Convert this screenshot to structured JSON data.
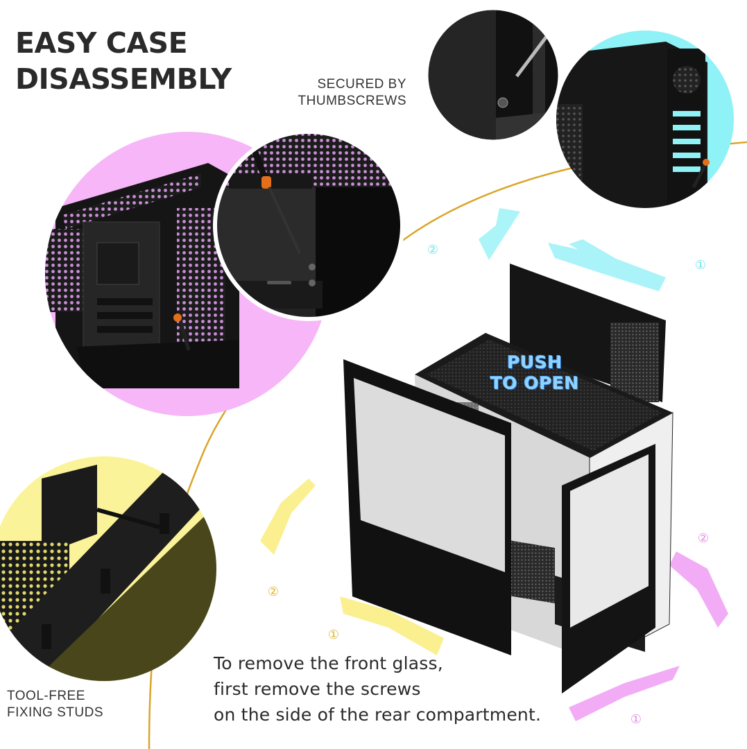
{
  "heading": {
    "line1": "EASY CASE",
    "line2": "DISASSEMBLY"
  },
  "thumbscrews_caption": {
    "line1": "SECURED BY",
    "line2": "THUMBSCREWS"
  },
  "studs_caption": {
    "line1": "TOOL-FREE",
    "line2": "FIXING STUDS"
  },
  "push_label": {
    "line1": "PUSH",
    "line2": "TO OPEN"
  },
  "instruction": {
    "line1": "To remove the front glass,",
    "line2": "first remove the screws",
    "line3": "on the side of the rear compartment."
  },
  "steps": {
    "cyan_first": "①",
    "cyan_second": "②",
    "yellow_first": "①",
    "yellow_second": "②",
    "pink_first": "①",
    "pink_second": "②"
  },
  "colors": {
    "accent_pink": "#f2a8f5",
    "accent_cyan": "#7ff0f5",
    "accent_yellow": "#fbf39a",
    "curve_gold": "#d9a52a",
    "case_black": "#1b1b1b"
  },
  "icons": [
    "screwdriver-icon",
    "thumbscrew-icon",
    "curved-arrow-icon"
  ]
}
